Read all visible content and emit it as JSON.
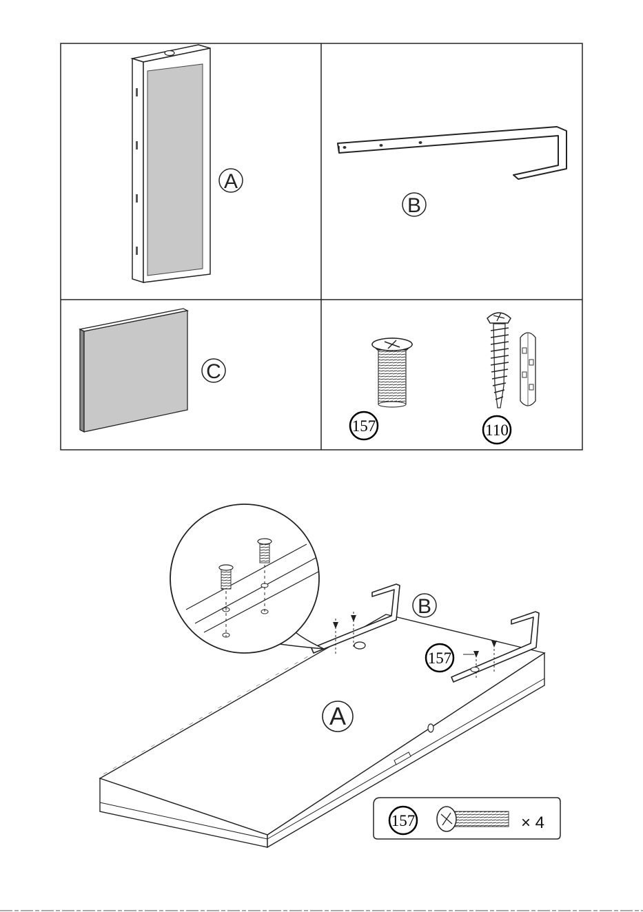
{
  "parts_table": {
    "part_a": {
      "label": "A"
    },
    "part_b": {
      "label": "B"
    },
    "part_c": {
      "label": "C"
    },
    "screw_157": {
      "label": "157"
    },
    "screw_110": {
      "label": "110"
    }
  },
  "assembly": {
    "bracket_label": "B",
    "cabinet_label": "A",
    "callout_label": "157",
    "hardware_box": {
      "part": "157",
      "quantity": "× 4"
    }
  },
  "colors": {
    "line": "#1a1a1a",
    "panel_fill": "#c8c8c8"
  }
}
